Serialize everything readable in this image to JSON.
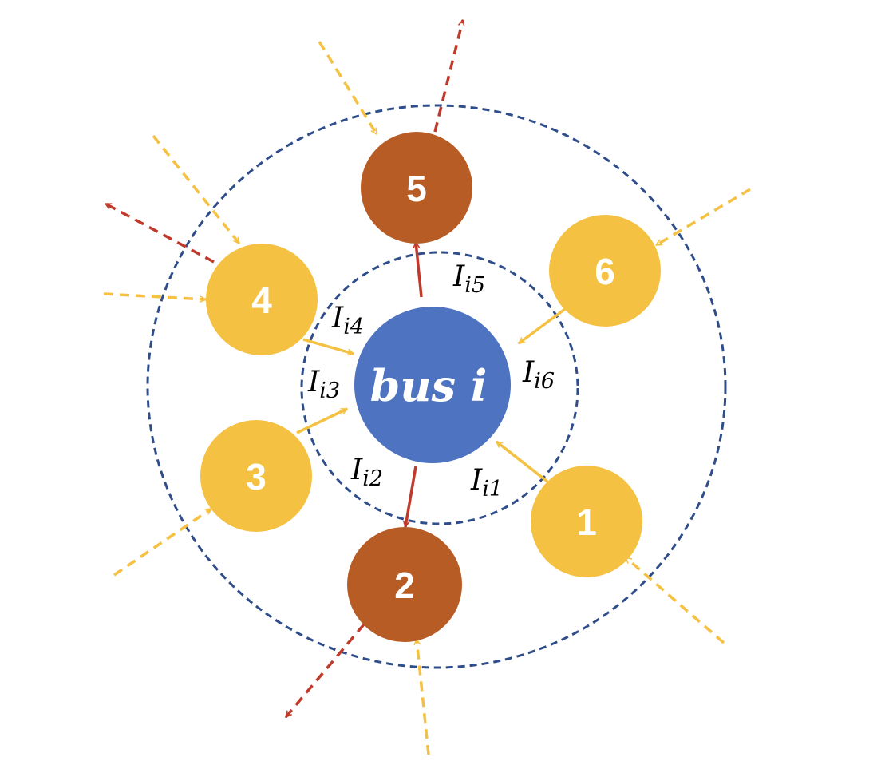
{
  "colors": {
    "ring": "#2F4D8A",
    "bus": "#4E73C0",
    "inflow_node": "#F5C142",
    "outflow_node": "#B85C25",
    "inflow_arrow": "#F5C142",
    "outflow_arrow": "#C03A2B",
    "node_text": "#FFFFFF",
    "label_text": "#000000"
  },
  "bus": {
    "label": "bus i"
  },
  "nodes": [
    {
      "id": "1",
      "label": "1",
      "type": "inflow"
    },
    {
      "id": "2",
      "label": "2",
      "type": "outflow"
    },
    {
      "id": "3",
      "label": "3",
      "type": "inflow"
    },
    {
      "id": "4",
      "label": "4",
      "type": "inflow"
    },
    {
      "id": "5",
      "label": "5",
      "type": "outflow"
    },
    {
      "id": "6",
      "label": "6",
      "type": "inflow"
    }
  ],
  "currents": [
    {
      "id": "i1",
      "main": "I",
      "sub": "i1"
    },
    {
      "id": "i2",
      "main": "I",
      "sub": "i2"
    },
    {
      "id": "i3",
      "main": "I",
      "sub": "i3"
    },
    {
      "id": "i4",
      "main": "I",
      "sub": "i4"
    },
    {
      "id": "i5",
      "main": "I",
      "sub": "i5"
    },
    {
      "id": "i6",
      "main": "I",
      "sub": "i6"
    }
  ]
}
